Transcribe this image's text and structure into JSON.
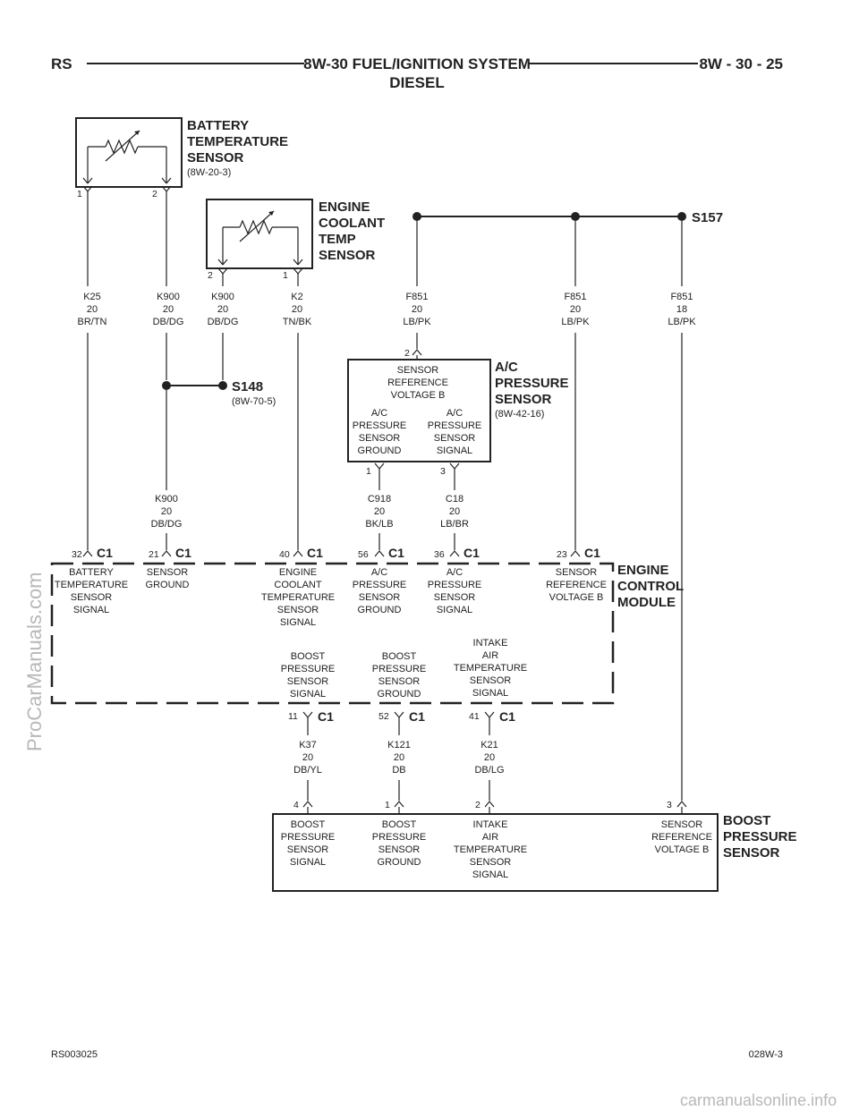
{
  "header": {
    "left": "RS",
    "title_line1": "8W-30 FUEL/IGNITION SYSTEM",
    "title_line2": "DIESEL",
    "right": "8W - 30 - 25"
  },
  "components": {
    "battery_temp_sensor": {
      "name": [
        "BATTERY",
        "TEMPERATURE",
        "SENSOR"
      ],
      "ref": "(8W-20-3)",
      "pins": [
        "1",
        "2"
      ]
    },
    "engine_coolant_temp_sensor": {
      "name": [
        "ENGINE",
        "COOLANT",
        "TEMP",
        "SENSOR"
      ],
      "pins": [
        "2",
        "1"
      ]
    },
    "ac_pressure_sensor": {
      "name": [
        "A/C",
        "PRESSURE",
        "SENSOR"
      ],
      "ref": "(8W-42-16)",
      "top_pin": "2",
      "bottom_pins": [
        "1",
        "3"
      ],
      "labels": {
        "ref_voltage": [
          "SENSOR",
          "REFERENCE",
          "VOLTAGE B"
        ],
        "ground": [
          "A/C",
          "PRESSURE",
          "SENSOR",
          "GROUND"
        ],
        "signal": [
          "A/C",
          "PRESSURE",
          "SENSOR",
          "SIGNAL"
        ]
      }
    },
    "ecm": {
      "name": [
        "ENGINE",
        "CONTROL",
        "MODULE"
      ]
    },
    "boost_pressure_sensor": {
      "name": [
        "BOOST",
        "PRESSURE",
        "SENSOR"
      ],
      "pins": [
        "4",
        "1",
        "2",
        "3"
      ],
      "labels": [
        [
          "BOOST",
          "PRESSURE",
          "SENSOR",
          "SIGNAL"
        ],
        [
          "BOOST",
          "PRESSURE",
          "SENSOR",
          "GROUND"
        ],
        [
          "INTAKE",
          "AIR",
          "TEMPERATURE",
          "SENSOR",
          "SIGNAL"
        ],
        [
          "SENSOR",
          "REFERENCE",
          "VOLTAGE B"
        ]
      ]
    }
  },
  "splices": {
    "s157": {
      "name": "S157"
    },
    "s148": {
      "name": "S148",
      "ref": "(8W-70-5)"
    }
  },
  "wires": {
    "k25": [
      "K25",
      "20",
      "BR/TN"
    ],
    "k900a": [
      "K900",
      "20",
      "DB/DG"
    ],
    "k900b": [
      "K900",
      "20",
      "DB/DG"
    ],
    "k2": [
      "K2",
      "20",
      "TN/BK"
    ],
    "f851a": [
      "F851",
      "20",
      "LB/PK"
    ],
    "f851b": [
      "F851",
      "20",
      "LB/PK"
    ],
    "f851c": [
      "F851",
      "18",
      "LB/PK"
    ],
    "k900c": [
      "K900",
      "20",
      "DB/DG"
    ],
    "c918": [
      "C918",
      "20",
      "BK/LB"
    ],
    "c18": [
      "C18",
      "20",
      "LB/BR"
    ],
    "k37": [
      "K37",
      "20",
      "DB/YL"
    ],
    "k121": [
      "K121",
      "20",
      "DB"
    ],
    "k21": [
      "K21",
      "20",
      "DB/LG"
    ]
  },
  "ecm_cavities_top": [
    {
      "num": "32",
      "conn": "C1",
      "label": [
        "BATTERY",
        "TEMPERATURE",
        "SENSOR",
        "SIGNAL"
      ]
    },
    {
      "num": "21",
      "conn": "C1",
      "label": [
        "SENSOR",
        "GROUND"
      ]
    },
    {
      "num": "40",
      "conn": "C1",
      "label": [
        "ENGINE",
        "COOLANT",
        "TEMPERATURE",
        "SENSOR",
        "SIGNAL"
      ]
    },
    {
      "num": "56",
      "conn": "C1",
      "label": [
        "A/C",
        "PRESSURE",
        "SENSOR",
        "GROUND"
      ]
    },
    {
      "num": "36",
      "conn": "C1",
      "label": [
        "A/C",
        "PRESSURE",
        "SENSOR",
        "SIGNAL"
      ]
    },
    {
      "num": "23",
      "conn": "C1",
      "label": [
        "SENSOR",
        "REFERENCE",
        "VOLTAGE B"
      ]
    }
  ],
  "ecm_cavities_bottom": [
    {
      "num": "11",
      "conn": "C1",
      "label": [
        "BOOST",
        "PRESSURE",
        "SENSOR",
        "SIGNAL"
      ]
    },
    {
      "num": "52",
      "conn": "C1",
      "label": [
        "BOOST",
        "PRESSURE",
        "SENSOR",
        "GROUND"
      ]
    },
    {
      "num": "41",
      "conn": "C1",
      "label": [
        "INTAKE",
        "AIR",
        "TEMPERATURE",
        "SENSOR",
        "SIGNAL"
      ]
    }
  ],
  "footer": {
    "left": "RS003025",
    "right": "028W-3"
  },
  "watermarks": {
    "side": "ProCarManuals.com",
    "bottom": "carmanualsonline.info"
  }
}
